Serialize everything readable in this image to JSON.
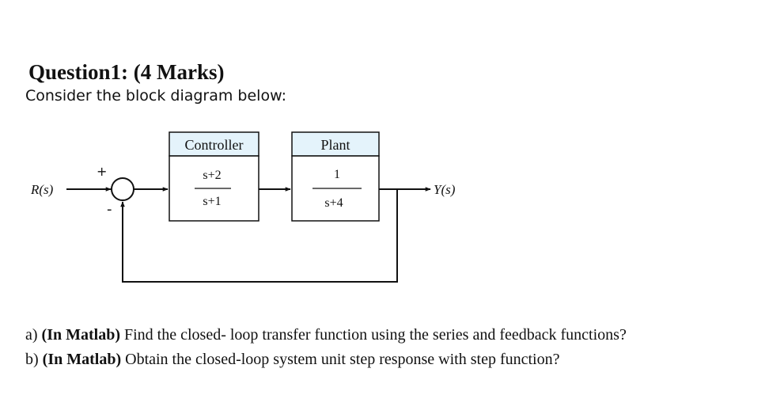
{
  "heading": {
    "title": "Question1: (4 Marks)",
    "intro": "Consider the block diagram below:"
  },
  "diagram": {
    "input_label": "R(s)",
    "output_label": "Y(s)",
    "plus_sign": "+",
    "minus_sign": "-",
    "controller": {
      "header": "Controller",
      "numerator": "s+2",
      "denominator": "s+1"
    },
    "plant": {
      "header": "Plant",
      "numerator": "1",
      "denominator": "s+4"
    },
    "colors": {
      "header_fill": "#e4f3fb",
      "line": "#111111"
    }
  },
  "questions": {
    "a": {
      "prefix": "a) ",
      "emphasis": "(In Matlab)",
      "text": " Find the closed- loop transfer function using the series and feedback functions?"
    },
    "b": {
      "prefix": "b) ",
      "emphasis": "(In Matlab)",
      "text": " Obtain the closed-loop system unit step response with step function?"
    }
  }
}
